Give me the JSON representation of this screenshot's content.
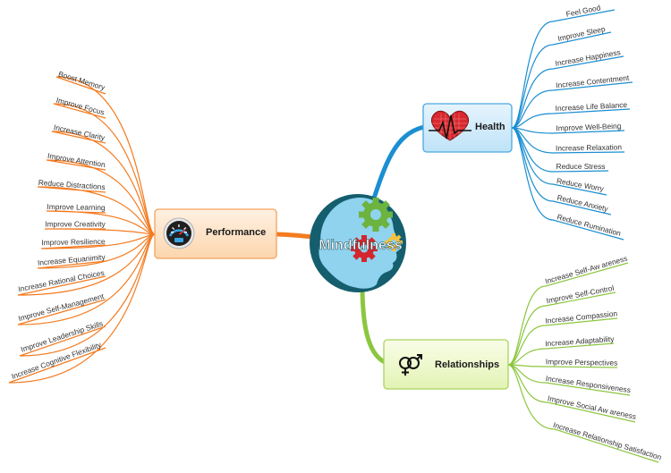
{
  "central": {
    "label": "Mindfulness"
  },
  "topics": {
    "health": {
      "label": "Health",
      "icon": "heart-monitor-icon",
      "color": "#1b8fd1",
      "items": [
        "Feel Good",
        "Improve Sleep",
        "Increase Happiness",
        "Increase Contentment",
        "Increase Life Balance",
        "Improve Well-Being",
        "Increase Relaxation",
        "Reduce Stress",
        "Reduce Worry",
        "Reduce Anxiety",
        "Reduce Rumination"
      ]
    },
    "performance": {
      "label": "Performance",
      "icon": "speedometer-icon",
      "color": "#f47b20",
      "items": [
        "Boost Memory",
        "Improve Focus",
        "Increase Clarity",
        "Improve Attention",
        "Reduce Distractions",
        "Improve Learning",
        "Improve Creativity",
        "Improve Resilience",
        "Increase Equanimity",
        "Increase Rational Choices",
        "Improve Self-Management",
        "Improve Leadership Skills",
        "Increase Cognitive Flexibility"
      ]
    },
    "relationships": {
      "label": "Relationships",
      "icon": "gender-symbols-icon",
      "color": "#8cc63f",
      "items": [
        "Increase Self-Aw areness",
        "Improve Self-Control",
        "Increase Compassion",
        "Increase Adaptability",
        "Improve Perspectives",
        "Increase Responsiveness",
        "Improve Social Aw areness",
        "Increase Relationship Satisfaction"
      ]
    }
  }
}
